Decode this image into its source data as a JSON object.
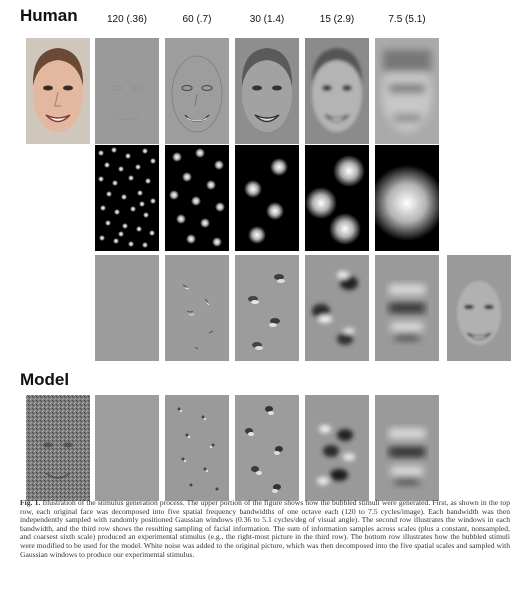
{
  "figure": {
    "section_human": "Human",
    "section_model": "Model",
    "band_labels": [
      "120 (.36)",
      "60 (.7)",
      "30 (1.4)",
      "15 (2.9)",
      "7.5 (5.1)"
    ],
    "caption_label": "Fig. 1.",
    "caption_text": "Illustration of the stimulus generation process. The upper portion of the figure shows how the bubbled stimuli were generated. First, as shown in the top row, each original face was decomposed into five spatial frequency bandwidths of one octave each (120 to 7.5 cycles/image). Each bandwidth was then independently sampled with randomly positioned Gaussian windows (0.36 to 5.1 cycles/deg of visual angle). The second row illustrates the windows in each bandwidth, and the third row shows the resulting sampling of facial information. The sum of information samples across scales (plus a constant, nonsampled, and coarsest sixth scale) produced an experimental stimulus (e.g., the right-most picture in the third row). The bottom row illustrates how the bubbled stimuli were modified to be used for the model. White noise was added to the original picture, which was then decomposed into the five spatial scales and sampled with Gaussian windows to produce our experimental stimulus."
  }
}
